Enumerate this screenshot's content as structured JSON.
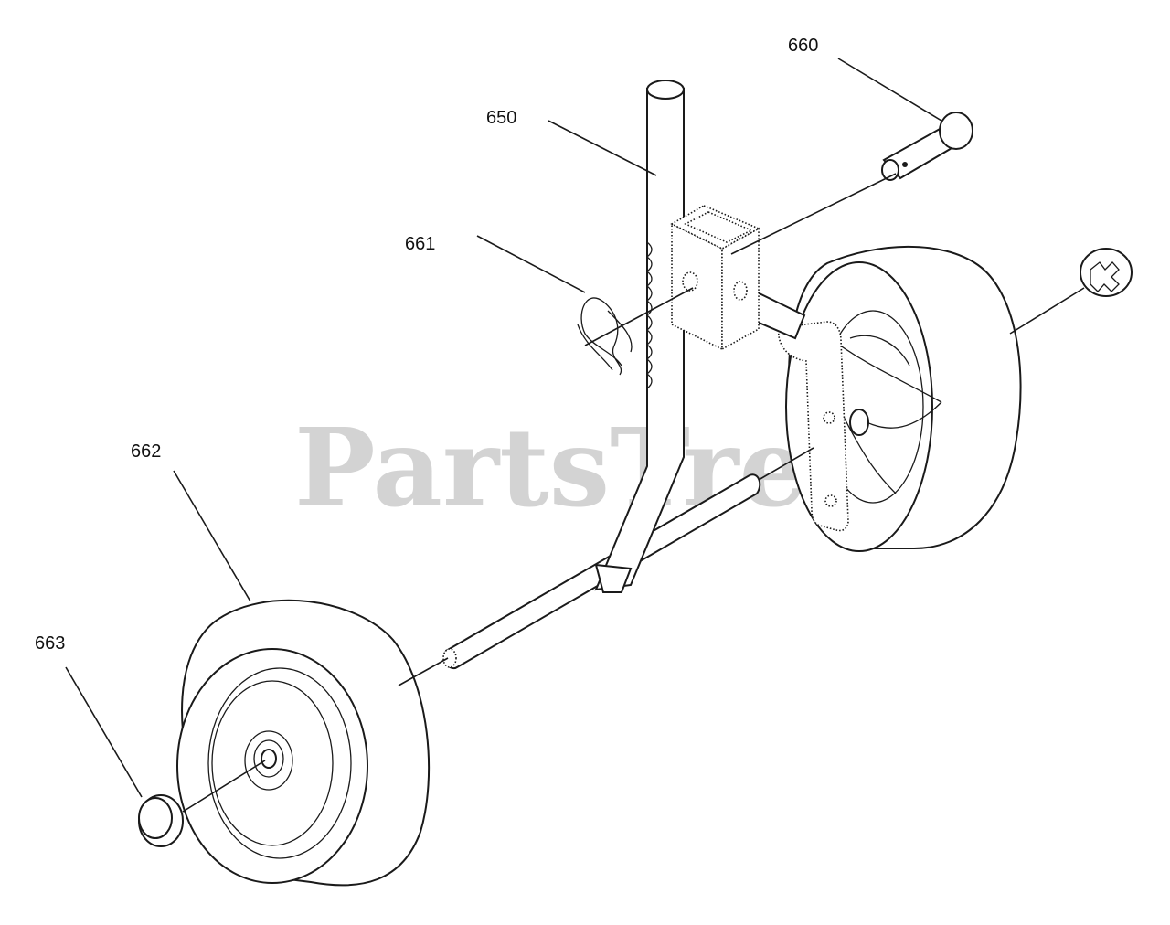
{
  "watermark": "PartsTree",
  "callouts": {
    "p650": "650",
    "p660": "660",
    "p661": "661",
    "p662": "662",
    "p663": "663"
  }
}
